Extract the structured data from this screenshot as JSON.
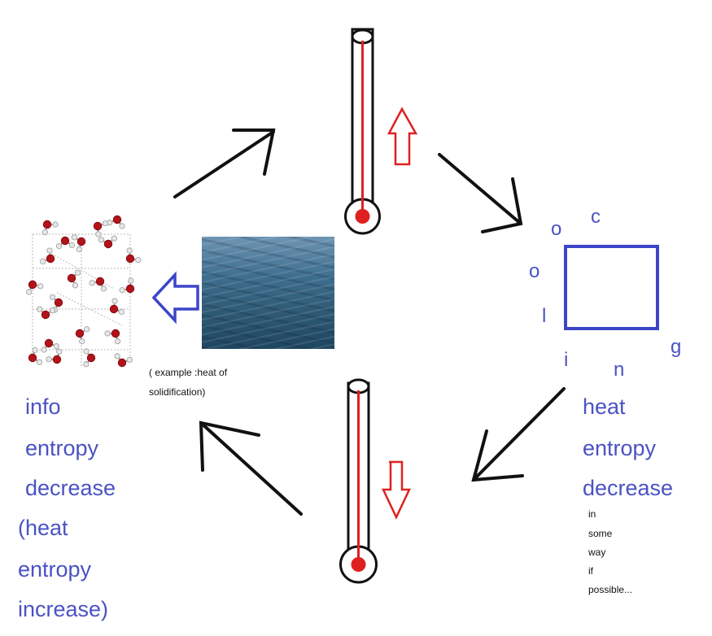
{
  "left_labels": [
    "info",
    "entropy",
    "decrease",
    "(heat",
    "entropy",
    "increase)"
  ],
  "example_note": [
    "( example :heat of",
    "solidification)"
  ],
  "cooling_letters": [
    "c",
    "o",
    "o",
    "l",
    "i",
    "n",
    "g"
  ],
  "right_labels": [
    "heat",
    "entropy",
    "decrease"
  ],
  "right_small_labels": [
    "in",
    "some",
    "way",
    "if",
    "possible..."
  ],
  "icons": {
    "top_thermometer": "thermometer-icon",
    "bottom_thermometer": "thermometer-icon",
    "up_arrow": "up-arrow-icon",
    "down_arrow": "down-arrow-icon",
    "left_arrow": "left-arrow-icon",
    "cycle_arrows": "arrow-icon",
    "ice_lattice": "ice-crystal-lattice-icon",
    "water_photo": "water-image",
    "cooling_box": "square-icon"
  },
  "colors": {
    "blue": "#4a52c4",
    "red": "#e02020",
    "black": "#111111"
  }
}
